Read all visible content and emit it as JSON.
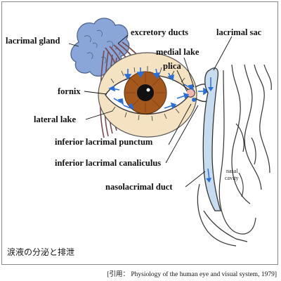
{
  "labels": {
    "lacrimal_gland": "lacrimal gland",
    "excretory_ducts": "excretory ducts",
    "lacrimal_sac": "lacrimal sac",
    "medial_lake": "medial lake",
    "plica": "plica",
    "fornix": "fornix",
    "lateral_lake": "lateral lake",
    "inferior_lacrimal_punctum": "inferior lacrimal punctum",
    "inferior_lacrimal_canaliculus": "inferior lacrimal canaliculus",
    "nasolacrimal_duct": "nasolacrimal duct",
    "nasal_cavity_line1": "nasal",
    "nasal_cavity_line2": "cavity"
  },
  "caption": "涙液の分泌と排泄",
  "citation": "[引用： Physiology of the human eye and visual system, 1979]",
  "colors": {
    "gland": "#8aa6d8",
    "sclera": "#f4e2c2",
    "iris": "#a5581e",
    "pupil": "#111111",
    "ducts": "#7a4a52",
    "arrows": "#2a6fd6",
    "nasolacrimal": "#c8dcf0"
  }
}
